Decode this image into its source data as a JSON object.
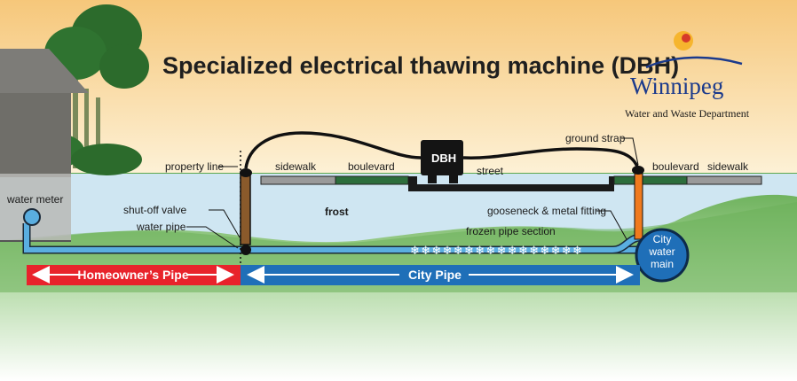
{
  "title": "Specialized electrical thawing machine (DBH)",
  "logo": {
    "name": "Winnipeg",
    "department": "Water and Waste Department"
  },
  "labels": {
    "water_meter": "water meter",
    "property_line": "property line",
    "shutoff_valve": "shut-off valve",
    "water_pipe": "water pipe",
    "sidewalk_left": "sidewalk",
    "boulevard_left": "boulevard",
    "street": "street",
    "dbh": "DBH",
    "ground_strap": "ground strap",
    "boulevard_right": "boulevard",
    "sidewalk_right": "sidewalk",
    "frost": "frost",
    "gooseneck": "gooseneck & metal fitting",
    "frozen_section": "frozen pipe section",
    "main_line1": "City",
    "main_line2": "water",
    "main_line3": "main"
  },
  "bars": {
    "homeowner": "Homeowner’s Pipe",
    "city": "City Pipe"
  },
  "colors": {
    "homeowner_bar": "#e8232b",
    "city_bar": "#1f6fb8",
    "pipe": "#5aaee0",
    "ground_strap": "#f07a1e",
    "water_main": "#1f6fb8",
    "boulevard": "#2d6e3c",
    "sidewalk": "#9a9a9a"
  }
}
